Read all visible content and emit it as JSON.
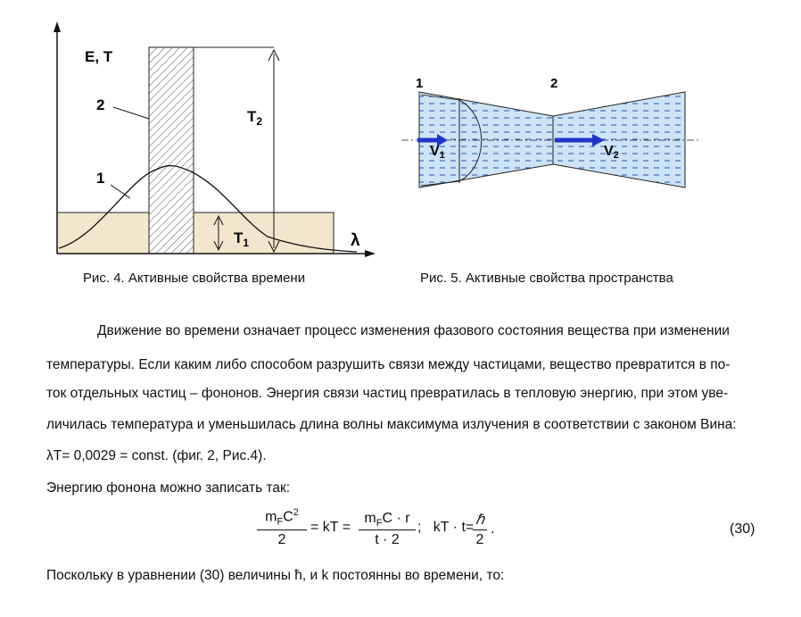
{
  "figure4": {
    "axis_y_label": "E, T",
    "axis_x_label": "λ",
    "curve1_label": "1",
    "bar2_label": "2",
    "t2_label": "T",
    "t2_sub": "2",
    "t1_label": "T",
    "t1_sub": "1",
    "caption": "Рис. 4. Активные свойства времени"
  },
  "figure5": {
    "label1": "1",
    "label2": "2",
    "v1_label": "V",
    "v1_sub": "1",
    "v2_label": "V",
    "v2_sub": "2",
    "caption": "Рис. 5. Активные свойства пространства"
  },
  "body": {
    "lines": [
      "Движение во времени означает процесс изменения фазового состояния вещества при изменении",
      "температуры. Если каким либо способом разрушить связи между частицами, вещество превратится в по-",
      "ток отдельных частиц – фононов.  Энергия связи частиц превратилась в тепловую энергию, при этом уве-",
      "личилась температура и уменьшилась длина волны максимума излучения в соответствии с законом Вина:",
      "λT= 0,0029 = const. (фиг. 2, Рис.4)."
    ],
    "energy_line": "Энергию фонона  можно записать так:",
    "after_line": "Поскольку в уравнении (30) величины ħ, и k  постоянны во времени, то:"
  },
  "equation": {
    "f1_num_m": "m",
    "f1_num_sub": "F",
    "f1_num_c": "C",
    "f1_num_sup": "2",
    "f1_den": "2",
    "eq_kT": "= kT =",
    "f2_num_m": "m",
    "f2_num_sub": "F",
    "f2_num_rest": "C · r",
    "f2_den": "t · 2",
    "mid": ";   kT · t=",
    "f3_num": "ℏ",
    "f3_den": "2",
    "tail": ".",
    "number": "(30)"
  }
}
